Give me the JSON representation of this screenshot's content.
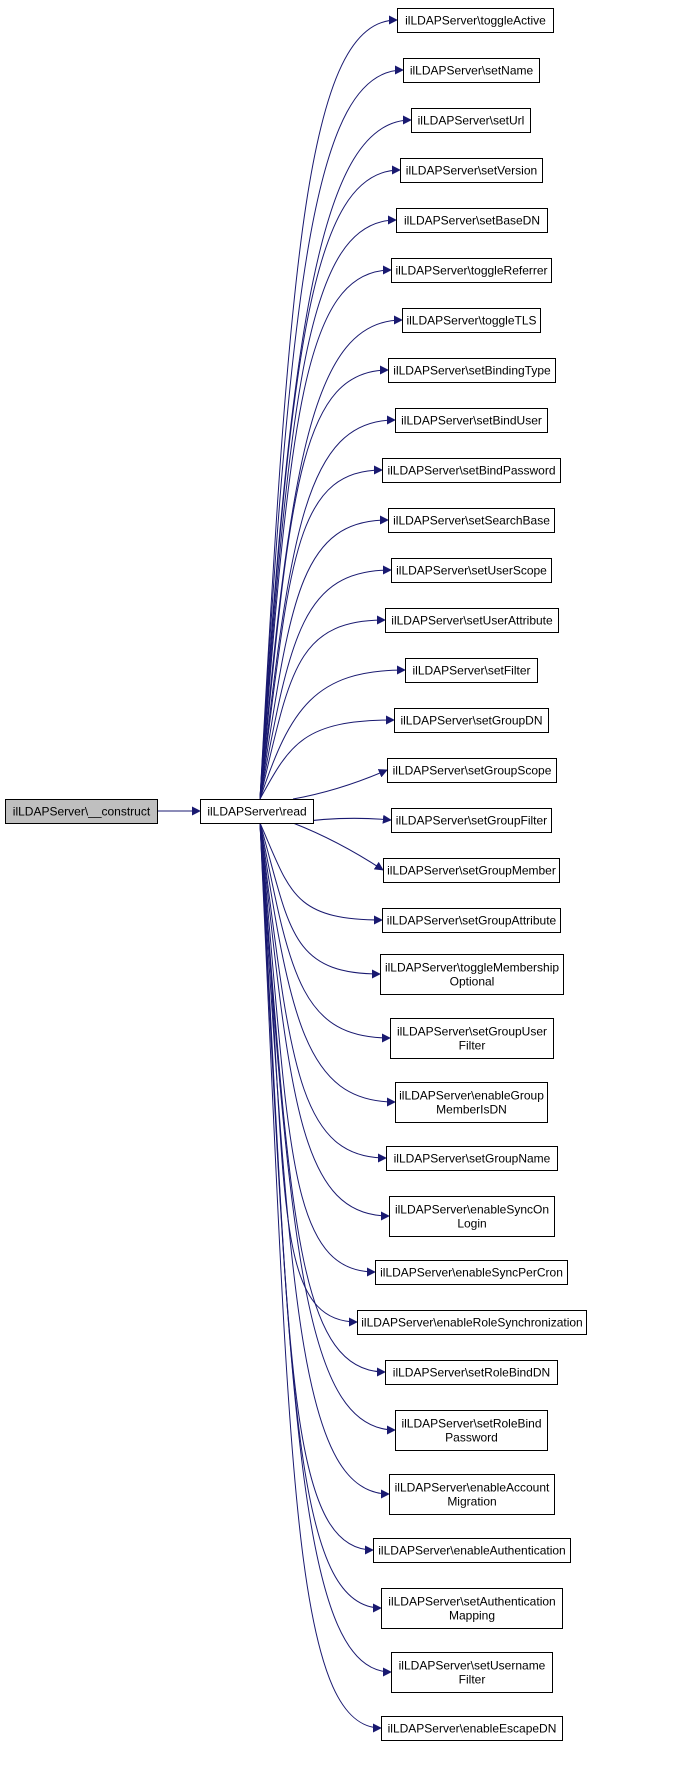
{
  "colors": {
    "edge": "#191970",
    "node_border": "#000000",
    "node_fill": "#ffffff",
    "root_fill": "#bfbfbf"
  },
  "root": {
    "lines": [
      "ilLDAPServer\\__construct"
    ]
  },
  "hub": {
    "lines": [
      "ilLDAPServer\\read"
    ]
  },
  "callees": [
    {
      "lines": [
        "ilLDAPServer\\toggleActive"
      ]
    },
    {
      "lines": [
        "ilLDAPServer\\setName"
      ]
    },
    {
      "lines": [
        "ilLDAPServer\\setUrl"
      ]
    },
    {
      "lines": [
        "ilLDAPServer\\setVersion"
      ]
    },
    {
      "lines": [
        "ilLDAPServer\\setBaseDN"
      ]
    },
    {
      "lines": [
        "ilLDAPServer\\toggleReferrer"
      ]
    },
    {
      "lines": [
        "ilLDAPServer\\toggleTLS"
      ]
    },
    {
      "lines": [
        "ilLDAPServer\\setBindingType"
      ]
    },
    {
      "lines": [
        "ilLDAPServer\\setBindUser"
      ]
    },
    {
      "lines": [
        "ilLDAPServer\\setBindPassword"
      ]
    },
    {
      "lines": [
        "ilLDAPServer\\setSearchBase"
      ]
    },
    {
      "lines": [
        "ilLDAPServer\\setUserScope"
      ]
    },
    {
      "lines": [
        "ilLDAPServer\\setUserAttribute"
      ]
    },
    {
      "lines": [
        "ilLDAPServer\\setFilter"
      ]
    },
    {
      "lines": [
        "ilLDAPServer\\setGroupDN"
      ]
    },
    {
      "lines": [
        "ilLDAPServer\\setGroupScope"
      ]
    },
    {
      "lines": [
        "ilLDAPServer\\setGroupFilter"
      ]
    },
    {
      "lines": [
        "ilLDAPServer\\setGroupMember"
      ]
    },
    {
      "lines": [
        "ilLDAPServer\\setGroupAttribute"
      ]
    },
    {
      "lines": [
        "ilLDAPServer\\toggleMembership",
        "Optional"
      ]
    },
    {
      "lines": [
        "ilLDAPServer\\setGroupUser",
        "Filter"
      ]
    },
    {
      "lines": [
        "ilLDAPServer\\enableGroup",
        "MemberIsDN"
      ]
    },
    {
      "lines": [
        "ilLDAPServer\\setGroupName"
      ]
    },
    {
      "lines": [
        "ilLDAPServer\\enableSyncOn",
        "Login"
      ]
    },
    {
      "lines": [
        "ilLDAPServer\\enableSyncPerCron"
      ]
    },
    {
      "lines": [
        "ilLDAPServer\\enableRoleSynchronization"
      ]
    },
    {
      "lines": [
        "ilLDAPServer\\setRoleBindDN"
      ]
    },
    {
      "lines": [
        "ilLDAPServer\\setRoleBind",
        "Password"
      ]
    },
    {
      "lines": [
        "ilLDAPServer\\enableAccount",
        "Migration"
      ]
    },
    {
      "lines": [
        "ilLDAPServer\\enableAuthentication"
      ]
    },
    {
      "lines": [
        "ilLDAPServer\\setAuthentication",
        "Mapping"
      ]
    },
    {
      "lines": [
        "ilLDAPServer\\setUsername",
        "Filter"
      ]
    },
    {
      "lines": [
        "ilLDAPServer\\enableEscapeDN"
      ]
    }
  ]
}
